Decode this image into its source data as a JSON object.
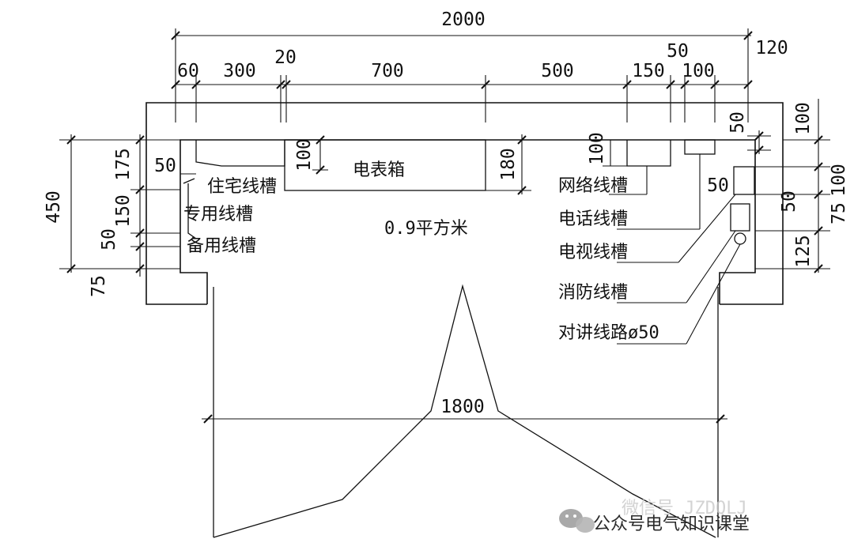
{
  "dimensions": {
    "overall_width": "2000",
    "seg_60": "60",
    "seg_300": "300",
    "seg_20": "20",
    "seg_700": "700",
    "seg_500": "500",
    "seg_150": "150",
    "seg_50_top": "50",
    "seg_100_top": "100",
    "right_120": "120",
    "left_450": "450",
    "left_175": "175",
    "left_150": "150",
    "left_50": "50",
    "left_75": "75",
    "inner_50_left": "50",
    "meter_box_100": "100",
    "meter_box_180": "180",
    "net_tray_100": "100",
    "right_50_top": "50",
    "right_50_mid": "50",
    "right_50_inner": "50",
    "right_100_top": "100",
    "right_100": "100",
    "right_75": "75",
    "right_125": "125",
    "door_width": "1800"
  },
  "labels": {
    "residential_tray": "住宅线槽",
    "dedicated_tray": "专用线槽",
    "spare_tray": "备用线槽",
    "meter_box": "电表箱",
    "area": "0.9平方米",
    "network_tray": "网络线槽",
    "phone_tray": "电话线槽",
    "tv_tray": "电视线槽",
    "fire_tray": "消防线槽",
    "intercom_line": "对讲线路ø50"
  },
  "watermark": {
    "text_back": "微信号 JZDQLJ",
    "text_front": "公众号电气知识课堂"
  }
}
